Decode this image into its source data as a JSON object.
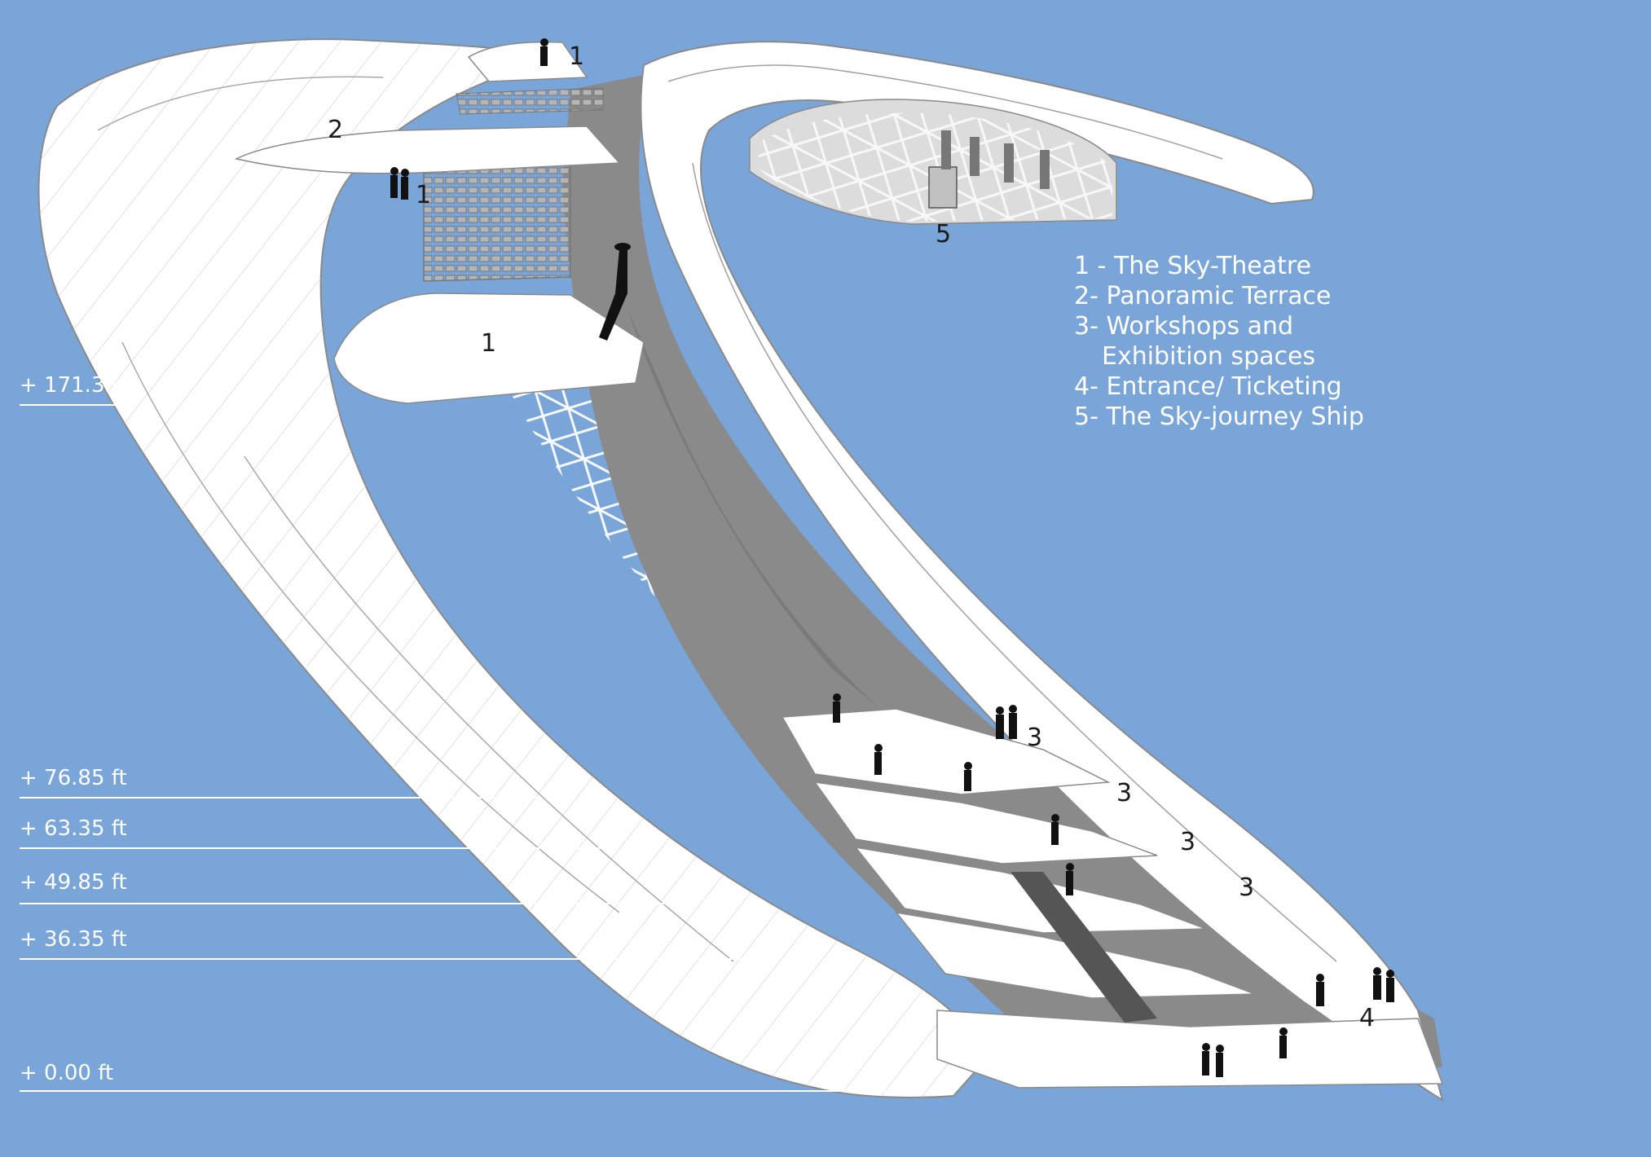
{
  "legend": {
    "items": [
      "1 - The Sky-Theatre",
      "2- Panoramic Terrace",
      "3- Workshops and",
      "Exhibition spaces",
      "4- Entrance/ Ticketing",
      "5- The Sky-journey Ship"
    ]
  },
  "levels": [
    "+ 171.35 ft",
    "+ 76.85 ft",
    "+ 63.35 ft",
    "+ 49.85 ft",
    "+ 36.35 ft",
    "+ 0.00 ft"
  ],
  "markers": {
    "m1a": "1",
    "m2": "2",
    "m1b": "1",
    "m1c": "1",
    "m5": "5",
    "m3a": "3",
    "m3b": "3",
    "m3c": "3",
    "m3d": "3",
    "m4": "4"
  },
  "colors": {
    "background": "#7aa5d8",
    "shell": "#ffffff",
    "shell_lines": "#9a9a9a",
    "interior": "#8c8c8c",
    "truss": "#ffffff",
    "text_light": "#ffffff",
    "text_dark": "#1a1a1a"
  }
}
